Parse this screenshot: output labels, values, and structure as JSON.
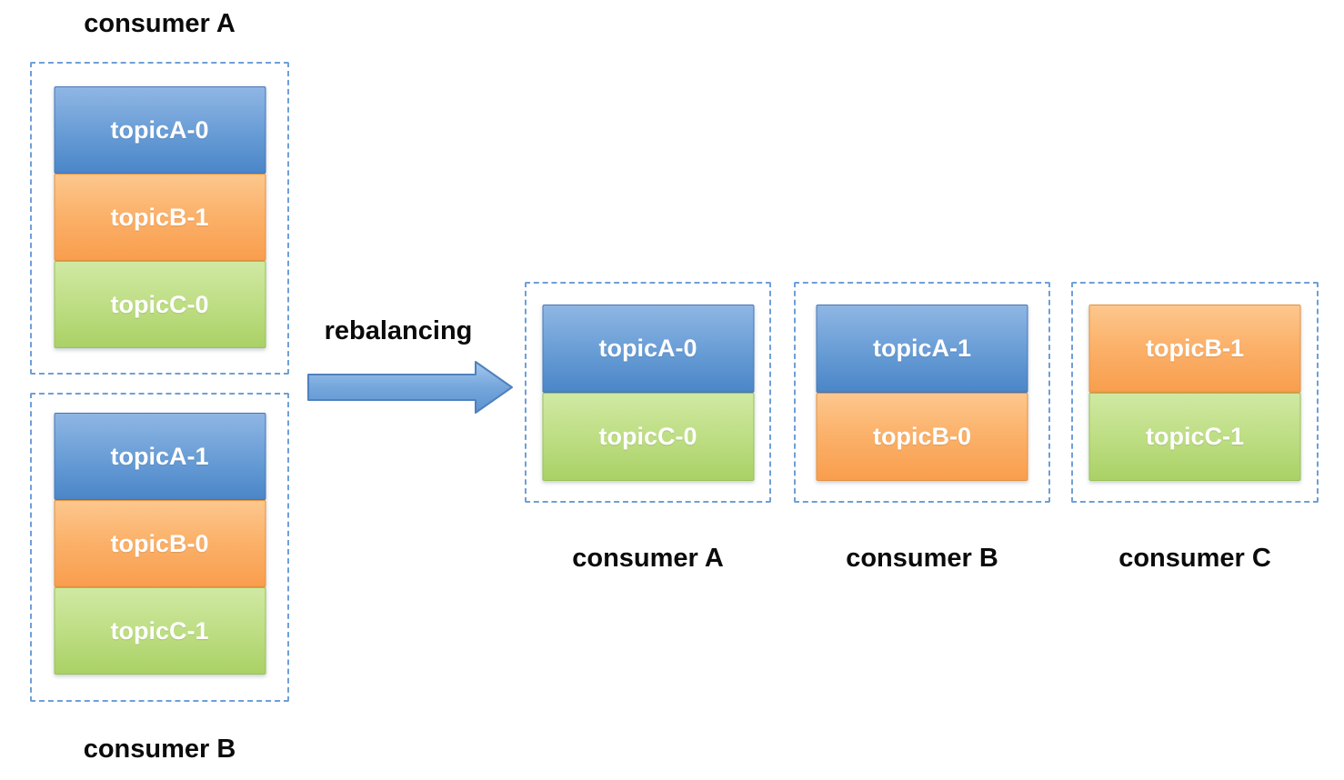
{
  "palette": {
    "partition_blue_top": "#8fb6e4",
    "partition_blue_bottom": "#4b86c8",
    "partition_orange_top": "#fdc78d",
    "partition_orange_bottom": "#f99e4e",
    "partition_green_top": "#d0e9a3",
    "partition_green_bottom": "#aad166",
    "dashed_border": "#6f9fd8",
    "arrow_fill_top": "#a5c8ec",
    "arrow_fill_bottom": "#5e93d0",
    "arrow_stroke": "#4f81bd",
    "title_text": "#0b0b0b",
    "partition_text": "#ffffff"
  },
  "arrow": {
    "label": "rebalancing"
  },
  "before": {
    "consumers": [
      {
        "label": "consumer A",
        "partitions": [
          {
            "label": "topicA-0",
            "color": "blue"
          },
          {
            "label": "topicB-1",
            "color": "orange"
          },
          {
            "label": "topicC-0",
            "color": "green"
          }
        ]
      },
      {
        "label": "consumer B",
        "partitions": [
          {
            "label": "topicA-1",
            "color": "blue"
          },
          {
            "label": "topicB-0",
            "color": "orange"
          },
          {
            "label": "topicC-1",
            "color": "green"
          }
        ]
      }
    ]
  },
  "after": {
    "consumers": [
      {
        "label": "consumer A",
        "partitions": [
          {
            "label": "topicA-0",
            "color": "blue"
          },
          {
            "label": "topicC-0",
            "color": "green"
          }
        ]
      },
      {
        "label": "consumer B",
        "partitions": [
          {
            "label": "topicA-1",
            "color": "blue"
          },
          {
            "label": "topicB-0",
            "color": "orange"
          }
        ]
      },
      {
        "label": "consumer C",
        "partitions": [
          {
            "label": "topicB-1",
            "color": "orange"
          },
          {
            "label": "topicC-1",
            "color": "green"
          }
        ]
      }
    ]
  }
}
